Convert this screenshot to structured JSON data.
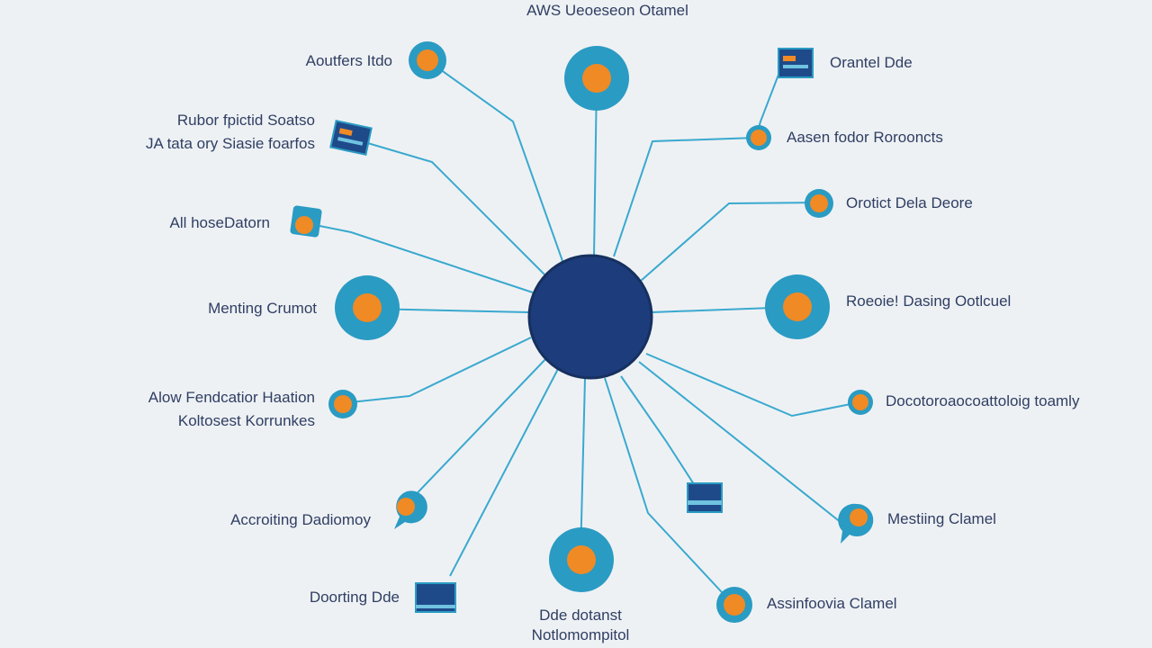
{
  "title": "AWS Ueoeseon Otamel",
  "colors": {
    "background": "#eef1f4",
    "hub": "#1d3c7c",
    "line": "#3aa9cf",
    "node_ring": "#2a9bc3",
    "node_center": "#f08a24",
    "doc_icon": "#1f4a8a"
  },
  "hub": {
    "icon": "hub-circle"
  },
  "labels": {
    "top_left_1": "Aoutfers Itdo",
    "top_left_2a": "Rubor fpictid Soatso",
    "top_left_2b": "JA tata ory Siasie foarfos",
    "left_3": "All hoseDatorn",
    "left_4": "Menting Crumot",
    "left_5a": "Alow Fendcatior Haation",
    "left_5b": "Koltosest Korrunkes",
    "left_6": "Accroiting Dadiomoy",
    "bottom_left": "Doorting Dde",
    "bottom_center_a": "Dde dotanst",
    "bottom_center_b": "Notlomompitol",
    "right_1": "Orantel Dde",
    "right_2": "Aasen fodor Rorooncts",
    "right_3": "Orotict Dela Deore",
    "right_4": "Roeoie! Dasing Ootlcuel",
    "right_5": "Docotoroaocoattoloig toamly",
    "right_6": "Mestiing Clamel",
    "bottom_right": "Assinfoovia Clamel"
  }
}
